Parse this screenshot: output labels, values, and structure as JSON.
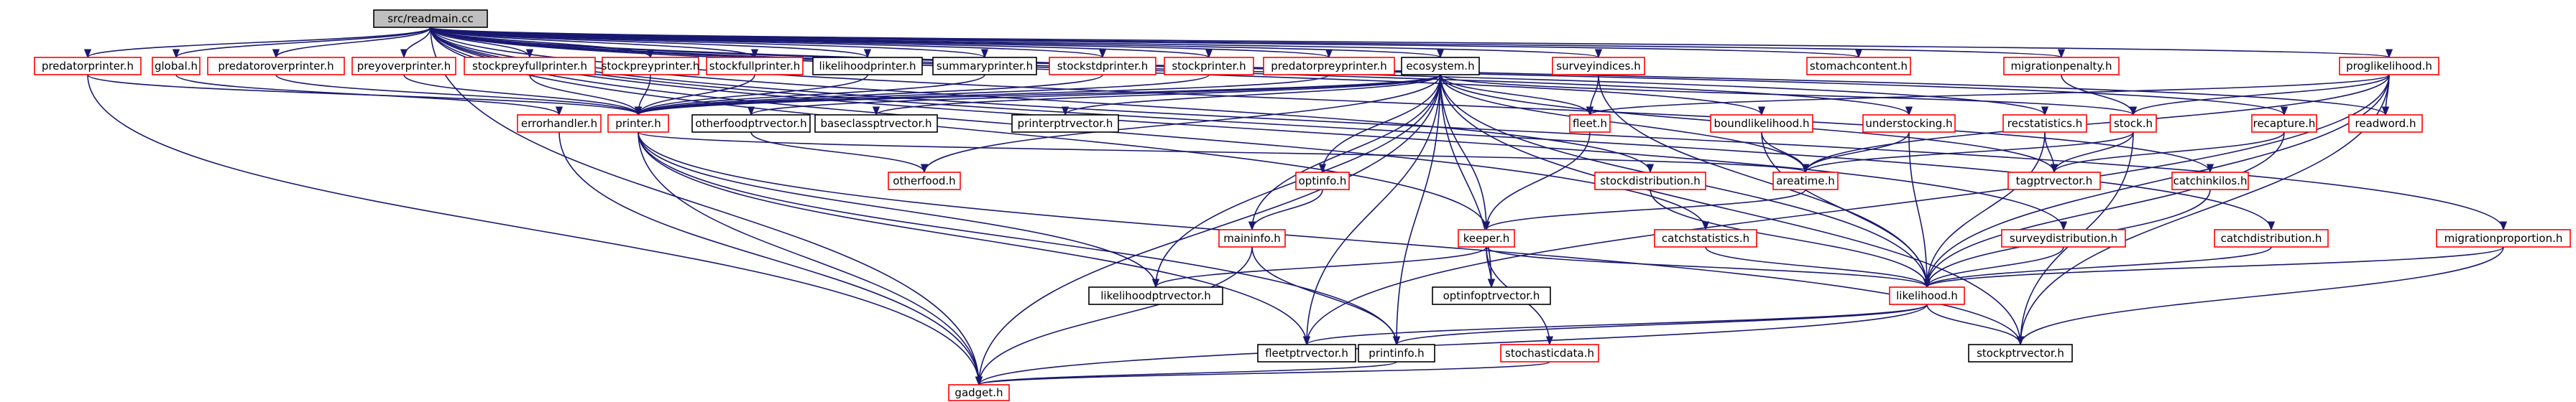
{
  "graph": {
    "title": "src/readmain.cc",
    "colors": {
      "edge": "#191970",
      "border_red": "#ff0000",
      "border_black": "#000000",
      "root_fill": "#bfbfbf",
      "text": "#000000"
    },
    "nodes": [
      {
        "id": "root",
        "label": "src/readmain.cc",
        "style": "root"
      },
      {
        "id": "predatorprinter",
        "label": "predatorprinter.h",
        "style": "red"
      },
      {
        "id": "global",
        "label": "global.h",
        "style": "red"
      },
      {
        "id": "predatoroverprinter",
        "label": "predatoroverprinter.h",
        "style": "red"
      },
      {
        "id": "preyoverprinter",
        "label": "preyoverprinter.h",
        "style": "red"
      },
      {
        "id": "stockpreyfullprinter",
        "label": "stockpreyfullprinter.h",
        "style": "red"
      },
      {
        "id": "stockpreyprinter",
        "label": "stockpreyprinter.h",
        "style": "red"
      },
      {
        "id": "stockfullprinter",
        "label": "stockfullprinter.h",
        "style": "red"
      },
      {
        "id": "likelihoodprinter",
        "label": "likelihoodprinter.h",
        "style": "black"
      },
      {
        "id": "summaryprinter",
        "label": "summaryprinter.h",
        "style": "black"
      },
      {
        "id": "stockstdprinter",
        "label": "stockstdprinter.h",
        "style": "red"
      },
      {
        "id": "stockprinter",
        "label": "stockprinter.h",
        "style": "red"
      },
      {
        "id": "predatorpreyprinter",
        "label": "predatorpreyprinter.h",
        "style": "red"
      },
      {
        "id": "ecosystem",
        "label": "ecosystem.h",
        "style": "black"
      },
      {
        "id": "surveyindices",
        "label": "surveyindices.h",
        "style": "red"
      },
      {
        "id": "stomachcontent",
        "label": "stomachcontent.h",
        "style": "red"
      },
      {
        "id": "migrationpenalty",
        "label": "migrationpenalty.h",
        "style": "red"
      },
      {
        "id": "proglikelihood",
        "label": "proglikelihood.h",
        "style": "red"
      },
      {
        "id": "errorhandler",
        "label": "errorhandler.h",
        "style": "red"
      },
      {
        "id": "printer",
        "label": "printer.h",
        "style": "red"
      },
      {
        "id": "otherfoodptrvector",
        "label": "otherfoodptrvector.h",
        "style": "black"
      },
      {
        "id": "baseclassptrvector",
        "label": "baseclassptrvector.h",
        "style": "black"
      },
      {
        "id": "printerptrvector",
        "label": "printerptrvector.h",
        "style": "black"
      },
      {
        "id": "fleet",
        "label": "fleet.h",
        "style": "red"
      },
      {
        "id": "boundlikelihood",
        "label": "boundlikelihood.h",
        "style": "red"
      },
      {
        "id": "understocking",
        "label": "understocking.h",
        "style": "red"
      },
      {
        "id": "recstatistics",
        "label": "recstatistics.h",
        "style": "red"
      },
      {
        "id": "stock",
        "label": "stock.h",
        "style": "red"
      },
      {
        "id": "recapture",
        "label": "recapture.h",
        "style": "red"
      },
      {
        "id": "readword",
        "label": "readword.h",
        "style": "red"
      },
      {
        "id": "otherfood",
        "label": "otherfood.h",
        "style": "red"
      },
      {
        "id": "optinfo",
        "label": "optinfo.h",
        "style": "red"
      },
      {
        "id": "stockdistribution",
        "label": "stockdistribution.h",
        "style": "red"
      },
      {
        "id": "areatime",
        "label": "areatime.h",
        "style": "red"
      },
      {
        "id": "tagptrvector",
        "label": "tagptrvector.h",
        "style": "red"
      },
      {
        "id": "catchinkilos",
        "label": "catchinkilos.h",
        "style": "red"
      },
      {
        "id": "maininfo",
        "label": "maininfo.h",
        "style": "red"
      },
      {
        "id": "keeper",
        "label": "keeper.h",
        "style": "red"
      },
      {
        "id": "catchstatistics",
        "label": "catchstatistics.h",
        "style": "red"
      },
      {
        "id": "surveydistribution",
        "label": "surveydistribution.h",
        "style": "red"
      },
      {
        "id": "catchdistribution",
        "label": "catchdistribution.h",
        "style": "red"
      },
      {
        "id": "migrationproportion",
        "label": "migrationproportion.h",
        "style": "red"
      },
      {
        "id": "likelihoodptrvector",
        "label": "likelihoodptrvector.h",
        "style": "black"
      },
      {
        "id": "optinfoptrvector",
        "label": "optinfoptrvector.h",
        "style": "black"
      },
      {
        "id": "likelihood",
        "label": "likelihood.h",
        "style": "red"
      },
      {
        "id": "stochasticdata",
        "label": "stochasticdata.h",
        "style": "red"
      },
      {
        "id": "fleetptrvector",
        "label": "fleetptrvector.h",
        "style": "black"
      },
      {
        "id": "printinfo",
        "label": "printinfo.h",
        "style": "black"
      },
      {
        "id": "stockptrvector",
        "label": "stockptrvector.h",
        "style": "black"
      },
      {
        "id": "gadget",
        "label": "gadget.h",
        "style": "red"
      }
    ],
    "edges": [
      [
        "root",
        "predatorprinter"
      ],
      [
        "root",
        "global"
      ],
      [
        "root",
        "predatoroverprinter"
      ],
      [
        "root",
        "preyoverprinter"
      ],
      [
        "root",
        "stockpreyfullprinter"
      ],
      [
        "root",
        "stockpreyprinter"
      ],
      [
        "root",
        "stockfullprinter"
      ],
      [
        "root",
        "likelihoodprinter"
      ],
      [
        "root",
        "summaryprinter"
      ],
      [
        "root",
        "stockstdprinter"
      ],
      [
        "root",
        "stockprinter"
      ],
      [
        "root",
        "predatorpreyprinter"
      ],
      [
        "root",
        "ecosystem"
      ],
      [
        "root",
        "surveyindices"
      ],
      [
        "root",
        "stomachcontent"
      ],
      [
        "root",
        "migrationpenalty"
      ],
      [
        "root",
        "proglikelihood"
      ],
      [
        "root",
        "gadget"
      ],
      [
        "root",
        "keeper"
      ],
      [
        "root",
        "boundlikelihood"
      ],
      [
        "root",
        "understocking"
      ],
      [
        "root",
        "recstatistics"
      ],
      [
        "root",
        "recapture"
      ],
      [
        "root",
        "readword"
      ],
      [
        "root",
        "stockdistribution"
      ],
      [
        "root",
        "catchstatistics"
      ],
      [
        "root",
        "catchinkilos"
      ],
      [
        "root",
        "surveydistribution"
      ],
      [
        "root",
        "catchdistribution"
      ],
      [
        "root",
        "migrationproportion"
      ],
      [
        "predatorprinter",
        "printer"
      ],
      [
        "predatorprinter",
        "gadget"
      ],
      [
        "global",
        "errorhandler"
      ],
      [
        "predatoroverprinter",
        "printer"
      ],
      [
        "preyoverprinter",
        "printer"
      ],
      [
        "stockpreyfullprinter",
        "printer"
      ],
      [
        "stockpreyprinter",
        "printer"
      ],
      [
        "stockfullprinter",
        "printer"
      ],
      [
        "likelihoodprinter",
        "printer"
      ],
      [
        "summaryprinter",
        "printer"
      ],
      [
        "stockstdprinter",
        "printer"
      ],
      [
        "stockprinter",
        "printer"
      ],
      [
        "predatorpreyprinter",
        "printer"
      ],
      [
        "ecosystem",
        "printer"
      ],
      [
        "ecosystem",
        "otherfoodptrvector"
      ],
      [
        "ecosystem",
        "baseclassptrvector"
      ],
      [
        "ecosystem",
        "printerptrvector"
      ],
      [
        "ecosystem",
        "fleet"
      ],
      [
        "ecosystem",
        "stock"
      ],
      [
        "ecosystem",
        "otherfood"
      ],
      [
        "ecosystem",
        "optinfo"
      ],
      [
        "ecosystem",
        "maininfo"
      ],
      [
        "ecosystem",
        "keeper"
      ],
      [
        "ecosystem",
        "areatime"
      ],
      [
        "ecosystem",
        "tagptrvector"
      ],
      [
        "ecosystem",
        "likelihoodptrvector"
      ],
      [
        "ecosystem",
        "optinfoptrvector"
      ],
      [
        "ecosystem",
        "likelihood"
      ],
      [
        "ecosystem",
        "fleetptrvector"
      ],
      [
        "ecosystem",
        "printinfo"
      ],
      [
        "ecosystem",
        "stockptrvector"
      ],
      [
        "ecosystem",
        "gadget"
      ],
      [
        "surveyindices",
        "fleet"
      ],
      [
        "surveyindices",
        "likelihood"
      ],
      [
        "migrationpenalty",
        "stock"
      ],
      [
        "proglikelihood",
        "stock"
      ],
      [
        "proglikelihood",
        "fleet"
      ],
      [
        "proglikelihood",
        "readword"
      ],
      [
        "proglikelihood",
        "areatime"
      ],
      [
        "proglikelihood",
        "likelihood"
      ],
      [
        "proglikelihood",
        "stockptrvector"
      ],
      [
        "proglikelihood",
        "fleetptrvector"
      ],
      [
        "errorhandler",
        "gadget"
      ],
      [
        "printer",
        "areatime"
      ],
      [
        "printer",
        "likelihoodptrvector"
      ],
      [
        "printer",
        "fleetptrvector"
      ],
      [
        "printer",
        "stockptrvector"
      ],
      [
        "printer",
        "printinfo"
      ],
      [
        "printer",
        "gadget"
      ],
      [
        "otherfoodptrvector",
        "otherfood"
      ],
      [
        "fleet",
        "keeper"
      ],
      [
        "boundlikelihood",
        "areatime"
      ],
      [
        "boundlikelihood",
        "likelihood"
      ],
      [
        "understocking",
        "areatime"
      ],
      [
        "understocking",
        "likelihood"
      ],
      [
        "recstatistics",
        "tagptrvector"
      ],
      [
        "recstatistics",
        "likelihood"
      ],
      [
        "stock",
        "areatime"
      ],
      [
        "stock",
        "tagptrvector"
      ],
      [
        "stock",
        "stockptrvector"
      ],
      [
        "recapture",
        "tagptrvector"
      ],
      [
        "recapture",
        "likelihood"
      ],
      [
        "optinfo",
        "maininfo"
      ],
      [
        "stockdistribution",
        "likelihood"
      ],
      [
        "areatime",
        "keeper"
      ],
      [
        "catchinkilos",
        "likelihood"
      ],
      [
        "maininfo",
        "printinfo"
      ],
      [
        "maininfo",
        "gadget"
      ],
      [
        "keeper",
        "likelihoodptrvector"
      ],
      [
        "keeper",
        "optinfoptrvector"
      ],
      [
        "keeper",
        "stochasticdata"
      ],
      [
        "keeper",
        "likelihood"
      ],
      [
        "catchstatistics",
        "likelihood"
      ],
      [
        "surveydistribution",
        "likelihood"
      ],
      [
        "catchdistribution",
        "likelihood"
      ],
      [
        "migrationproportion",
        "likelihood"
      ],
      [
        "migrationproportion",
        "stockptrvector"
      ],
      [
        "likelihood",
        "printinfo"
      ],
      [
        "likelihood",
        "stockptrvector"
      ],
      [
        "likelihood",
        "fleetptrvector"
      ],
      [
        "likelihood",
        "gadget"
      ],
      [
        "stochasticdata",
        "gadget"
      ],
      [
        "printinfo",
        "gadget"
      ]
    ]
  }
}
